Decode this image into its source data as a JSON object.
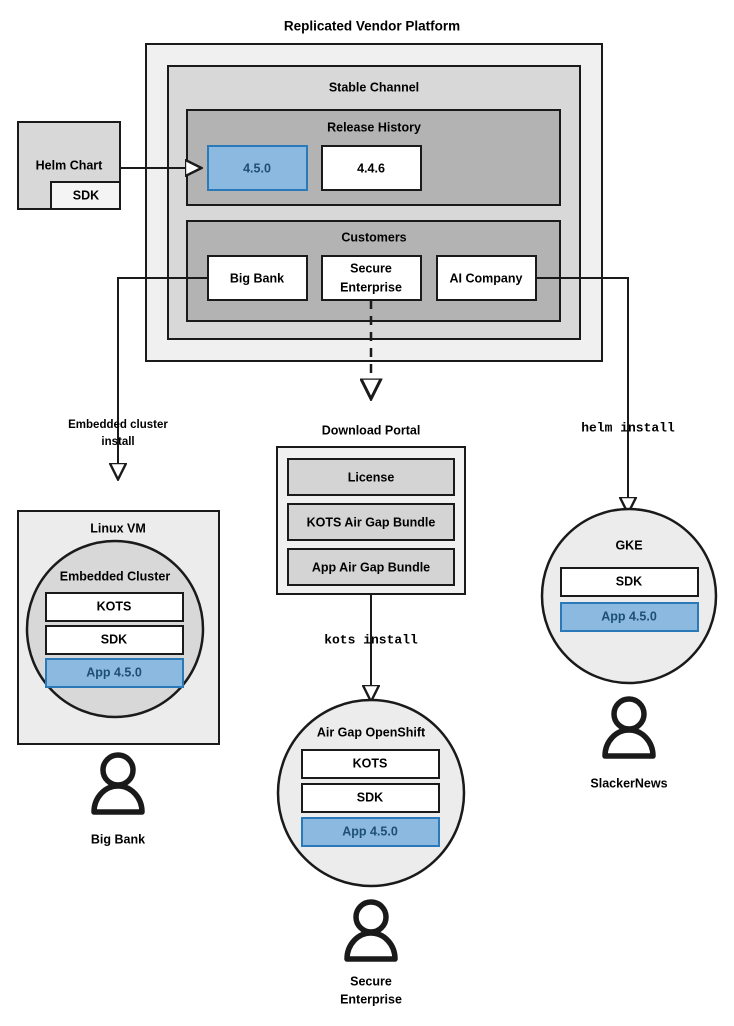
{
  "diagram": {
    "title": "Replicated Vendor Platform",
    "colors": {
      "outer_panel_fill": "#f0f0f0",
      "channel_fill": "#d8d8d8",
      "section_fill": "#b3b3b3",
      "white_fill": "#ffffff",
      "blue_fill": "#8cb9e0",
      "blue_stroke": "#2a79b8",
      "blue_text": "#1c4f72",
      "stroke": "#1a1a1a",
      "cluster_fill": "#d8d8d8",
      "vm_fill": "#ececec",
      "portal_item_fill": "#d4d4d4"
    }
  },
  "helm_chart": {
    "label": "Helm Chart",
    "sdk_label": "SDK"
  },
  "platform": {
    "channel_title": "Stable Channel",
    "release_history": {
      "title": "Release History",
      "releases": [
        {
          "version": "4.5.0",
          "highlighted": true
        },
        {
          "version": "4.4.6",
          "highlighted": false
        }
      ]
    },
    "customers": {
      "title": "Customers",
      "items": [
        {
          "name": "Big Bank"
        },
        {
          "name": "Secure\nEnterprise",
          "line1": "Secure",
          "line2": "Enterprise"
        },
        {
          "name": "AI Company"
        }
      ]
    }
  },
  "flows": {
    "embedded_install": {
      "line1": "Embedded cluster",
      "line2": "install"
    },
    "helm_install": {
      "label": "helm install"
    },
    "kots_install": {
      "label": "kots install"
    }
  },
  "download_portal": {
    "title": "Download Portal",
    "items": [
      {
        "label": "License"
      },
      {
        "label": "KOTS Air Gap Bundle"
      },
      {
        "label": "App Air Gap Bundle"
      }
    ]
  },
  "targets": {
    "linux_vm": {
      "title": "Linux VM",
      "cluster_title": "Embedded Cluster",
      "components": [
        {
          "label": "KOTS",
          "highlighted": false
        },
        {
          "label": "SDK",
          "highlighted": false
        },
        {
          "label": "App 4.5.0",
          "highlighted": true
        }
      ],
      "customer": "Big Bank"
    },
    "air_gap_openshift": {
      "title": "Air Gap OpenShift",
      "components": [
        {
          "label": "KOTS",
          "highlighted": false
        },
        {
          "label": "SDK",
          "highlighted": false
        },
        {
          "label": "App 4.5.0",
          "highlighted": true
        }
      ],
      "customer_line1": "Secure",
      "customer_line2": "Enterprise"
    },
    "gke": {
      "title": "GKE",
      "components": [
        {
          "label": "SDK",
          "highlighted": false
        },
        {
          "label": "App 4.5.0",
          "highlighted": true
        }
      ],
      "customer": "SlackerNews"
    }
  }
}
